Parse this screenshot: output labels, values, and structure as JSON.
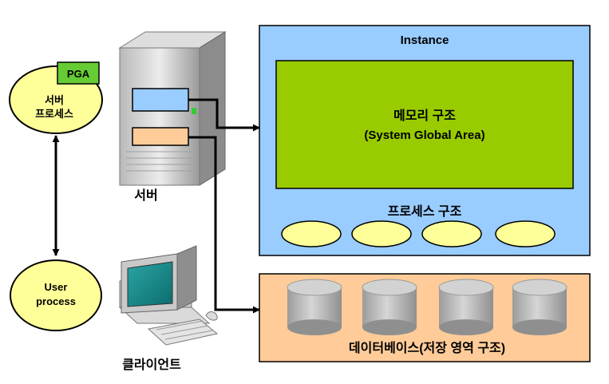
{
  "server_process": {
    "pga_label": "PGA",
    "line1": "서버",
    "line2": "프로세스"
  },
  "user_process": {
    "line1": "User",
    "line2": "process"
  },
  "server": {
    "label": "서버"
  },
  "client": {
    "label": "클라이언트"
  },
  "instance": {
    "title": "Instance",
    "sga": {
      "line1": "메모리 구조",
      "line2": "(System Global Area)"
    },
    "processes_label": "프로세스 구조",
    "process_count": 4
  },
  "database": {
    "label": "데이터베이스(저장 영역 구조)",
    "disk_count": 4
  },
  "colors": {
    "instance_fill": "#99ccff",
    "sga_fill": "#99cc00",
    "ellipse_fill": "#ffff99",
    "database_fill": "#ffcc99",
    "pga_fill": "#66cc33",
    "server_slot_blue": "#99ccff",
    "server_slot_peach": "#ffcc99",
    "disk_gray": "#b7b7b7"
  }
}
